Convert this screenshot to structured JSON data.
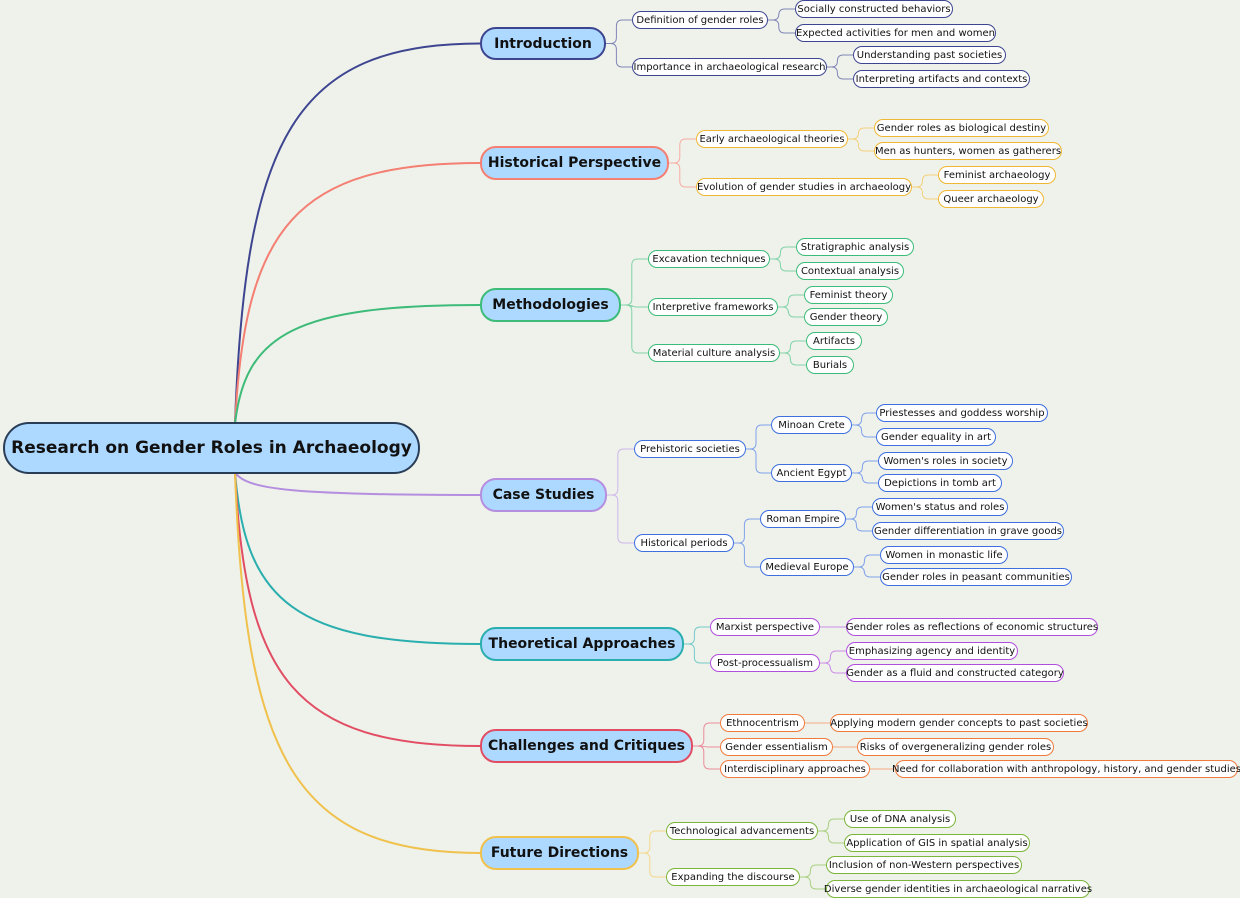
{
  "root": {
    "label": "Research on Gender Roles in Archaeology"
  },
  "branches": [
    {
      "id": "introduction",
      "label": "Introduction",
      "color": "#3e4590",
      "children": [
        {
          "id": "intro-def",
          "label": "Definition of gender roles",
          "children": [
            {
              "id": "intro-def-1",
              "label": "Socially constructed behaviors"
            },
            {
              "id": "intro-def-2",
              "label": "Expected activities for men and women"
            }
          ]
        },
        {
          "id": "intro-imp",
          "label": "Importance in archaeological research",
          "children": [
            {
              "id": "intro-imp-1",
              "label": "Understanding past societies"
            },
            {
              "id": "intro-imp-2",
              "label": "Interpreting artifacts and contexts"
            }
          ]
        }
      ]
    },
    {
      "id": "historical",
      "label": "Historical Perspective",
      "color": "#f47f72",
      "leaf_color": "#f0b733",
      "children": [
        {
          "id": "hist-early",
          "label": "Early archaeological theories",
          "children": [
            {
              "id": "hist-early-1",
              "label": "Gender roles as biological destiny"
            },
            {
              "id": "hist-early-2",
              "label": "Men as hunters, women as gatherers"
            }
          ]
        },
        {
          "id": "hist-evo",
          "label": "Evolution of gender studies in archaeology",
          "children": [
            {
              "id": "hist-evo-1",
              "label": "Feminist archaeology"
            },
            {
              "id": "hist-evo-2",
              "label": "Queer archaeology"
            }
          ]
        }
      ]
    },
    {
      "id": "methodologies",
      "label": "Methodologies",
      "color": "#3dbb78",
      "children": [
        {
          "id": "meth-exc",
          "label": "Excavation techniques",
          "children": [
            {
              "id": "meth-exc-1",
              "label": "Stratigraphic analysis"
            },
            {
              "id": "meth-exc-2",
              "label": "Contextual analysis"
            }
          ]
        },
        {
          "id": "meth-int",
          "label": "Interpretive frameworks",
          "children": [
            {
              "id": "meth-int-1",
              "label": "Feminist theory"
            },
            {
              "id": "meth-int-2",
              "label": "Gender theory"
            }
          ]
        },
        {
          "id": "meth-mat",
          "label": "Material culture analysis",
          "children": [
            {
              "id": "meth-mat-1",
              "label": "Artifacts"
            },
            {
              "id": "meth-mat-2",
              "label": "Burials"
            }
          ]
        }
      ]
    },
    {
      "id": "case-studies",
      "label": "Case Studies",
      "color": "#b58ee0",
      "leaf_color": "#3d6fe0",
      "children": [
        {
          "id": "case-pre",
          "label": "Prehistoric societies",
          "children": [
            {
              "id": "case-pre-minoan",
              "label": "Minoan Crete",
              "children": [
                {
                  "id": "case-pre-minoan-1",
                  "label": "Priestesses and goddess worship"
                },
                {
                  "id": "case-pre-minoan-2",
                  "label": "Gender equality in art"
                }
              ]
            },
            {
              "id": "case-pre-egypt",
              "label": "Ancient Egypt",
              "children": [
                {
                  "id": "case-pre-egypt-1",
                  "label": "Women's roles in society"
                },
                {
                  "id": "case-pre-egypt-2",
                  "label": "Depictions in tomb art"
                }
              ]
            }
          ]
        },
        {
          "id": "case-hist",
          "label": "Historical periods",
          "children": [
            {
              "id": "case-hist-rome",
              "label": "Roman Empire",
              "children": [
                {
                  "id": "case-hist-rome-1",
                  "label": "Women's status and roles"
                },
                {
                  "id": "case-hist-rome-2",
                  "label": "Gender differentiation in grave goods"
                }
              ]
            },
            {
              "id": "case-hist-med",
              "label": "Medieval Europe",
              "children": [
                {
                  "id": "case-hist-med-1",
                  "label": "Women in monastic life"
                },
                {
                  "id": "case-hist-med-2",
                  "label": "Gender roles in peasant communities"
                }
              ]
            }
          ]
        }
      ]
    },
    {
      "id": "theoretical",
      "label": "Theoretical Approaches",
      "color": "#2aaeae",
      "leaf_color": "#b04fdc",
      "children": [
        {
          "id": "theo-marx",
          "label": "Marxist perspective",
          "children": [
            {
              "id": "theo-marx-1",
              "label": "Gender roles as reflections of economic structures"
            }
          ]
        },
        {
          "id": "theo-post",
          "label": "Post-processualism",
          "children": [
            {
              "id": "theo-post-1",
              "label": "Emphasizing agency and identity"
            },
            {
              "id": "theo-post-2",
              "label": "Gender as a fluid and constructed category"
            }
          ]
        }
      ]
    },
    {
      "id": "challenges",
      "label": "Challenges and Critiques",
      "color": "#e24d63",
      "leaf_color": "#f07a3c",
      "children": [
        {
          "id": "chal-ethno",
          "label": "Ethnocentrism",
          "children": [
            {
              "id": "chal-ethno-1",
              "label": "Applying modern gender concepts to past societies"
            }
          ]
        },
        {
          "id": "chal-ess",
          "label": "Gender essentialism",
          "children": [
            {
              "id": "chal-ess-1",
              "label": "Risks of overgeneralizing gender roles"
            }
          ]
        },
        {
          "id": "chal-inter",
          "label": "Interdisciplinary approaches",
          "children": [
            {
              "id": "chal-inter-1",
              "label": "Need for collaboration with anthropology, history, and gender studies"
            }
          ]
        }
      ]
    },
    {
      "id": "future",
      "label": "Future Directions",
      "color": "#f0c14d",
      "leaf_color": "#7bb53a",
      "children": [
        {
          "id": "fut-tech",
          "label": "Technological advancements",
          "children": [
            {
              "id": "fut-tech-1",
              "label": "Use of DNA analysis"
            },
            {
              "id": "fut-tech-2",
              "label": "Application of GIS in spatial analysis"
            }
          ]
        },
        {
          "id": "fut-exp",
          "label": "Expanding the discourse",
          "children": [
            {
              "id": "fut-exp-1",
              "label": "Inclusion of non-Western perspectives"
            },
            {
              "id": "fut-exp-2",
              "label": "Diverse gender identities in archaeological narratives"
            }
          ]
        }
      ]
    }
  ]
}
